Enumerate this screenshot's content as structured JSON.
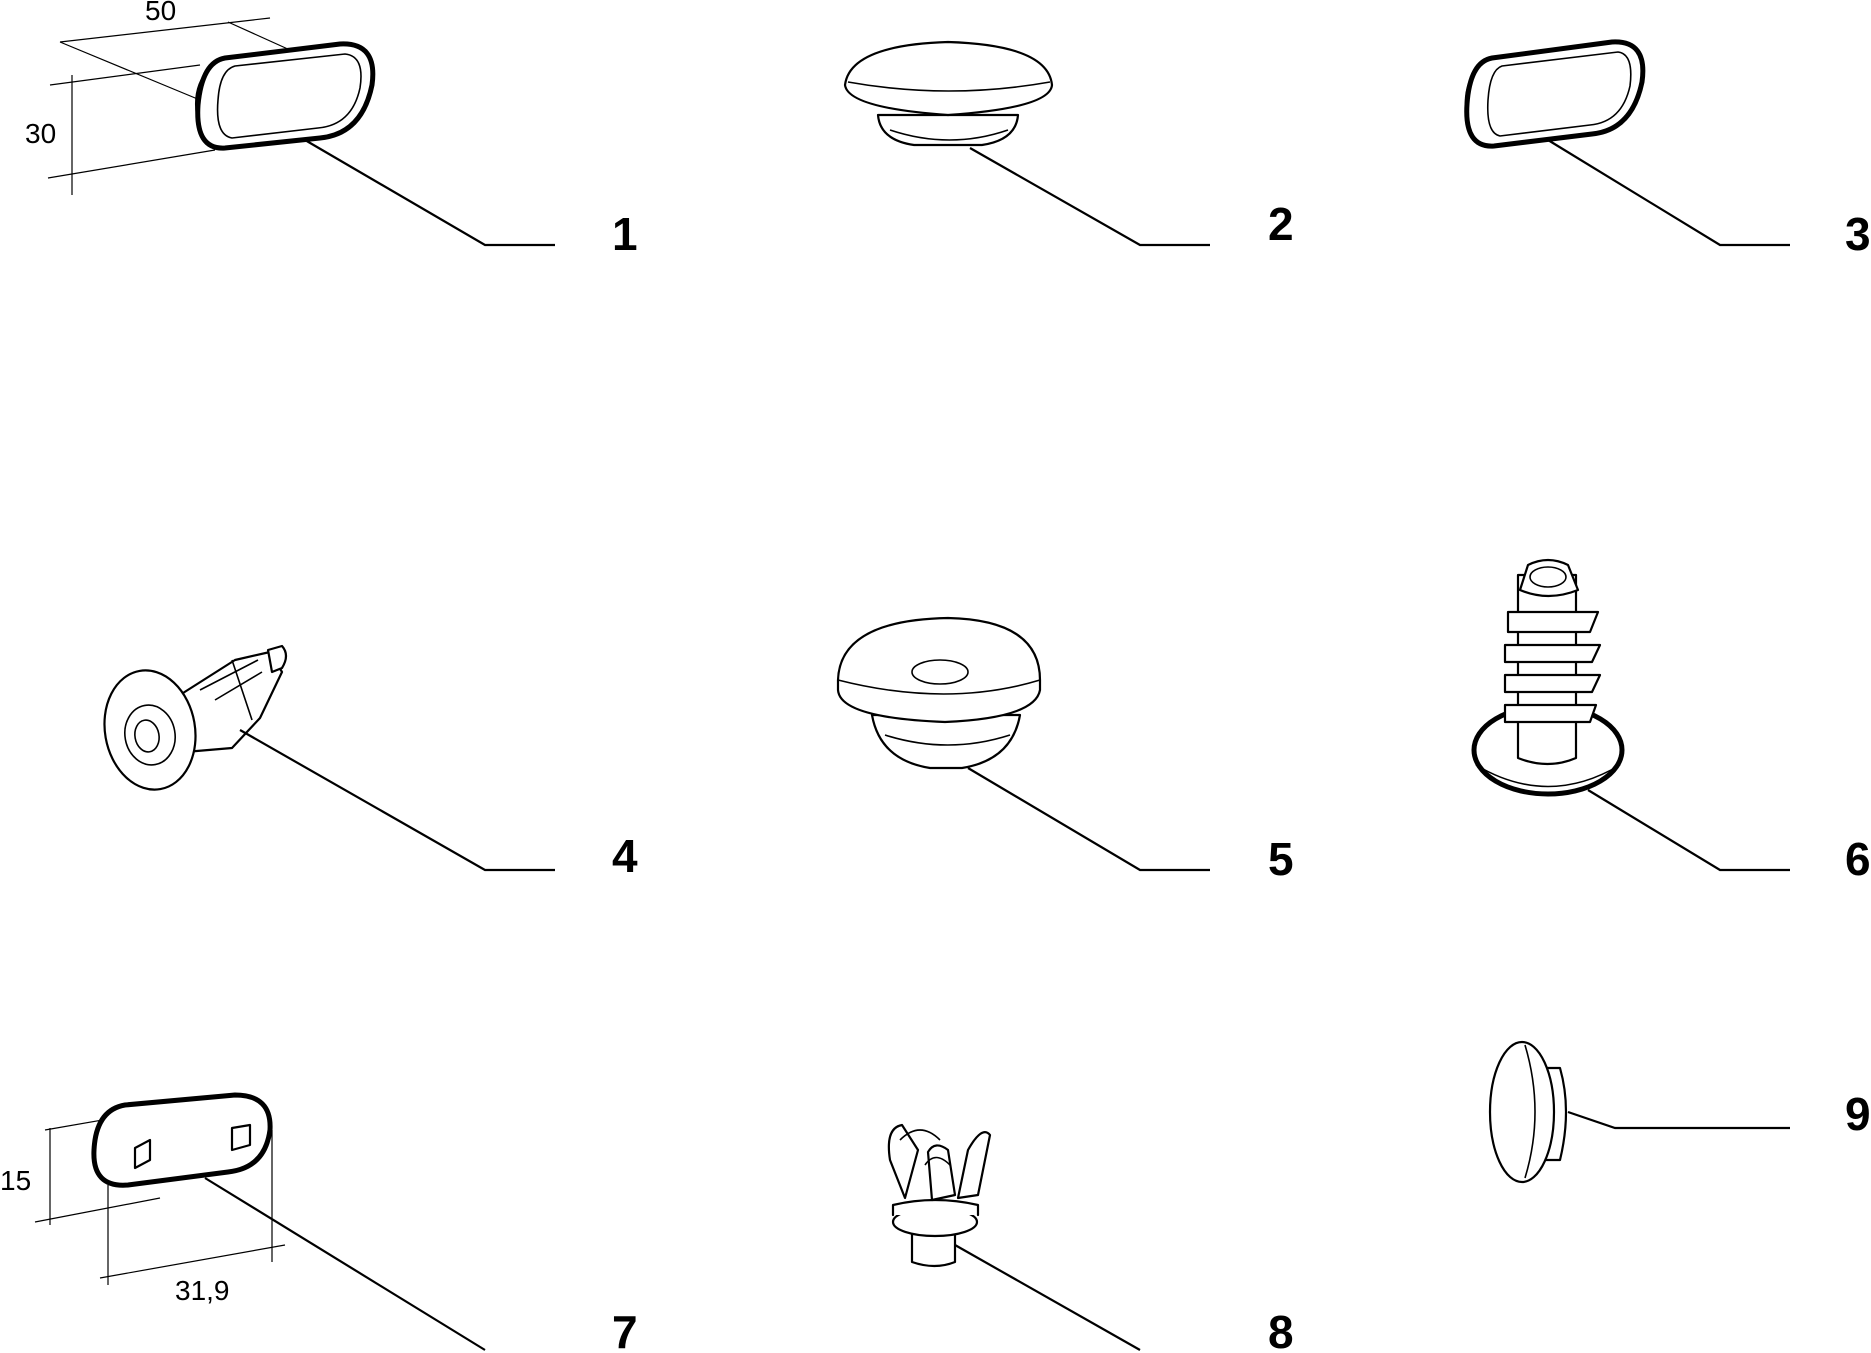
{
  "callouts": [
    "1",
    "2",
    "3",
    "4",
    "5",
    "6",
    "7",
    "8",
    "9"
  ],
  "dimensions": {
    "part1": {
      "width": "50",
      "height": "30"
    },
    "part7": {
      "width": "31,9",
      "height": "15"
    }
  },
  "colors": {
    "line": "#000000",
    "background": "#ffffff"
  }
}
